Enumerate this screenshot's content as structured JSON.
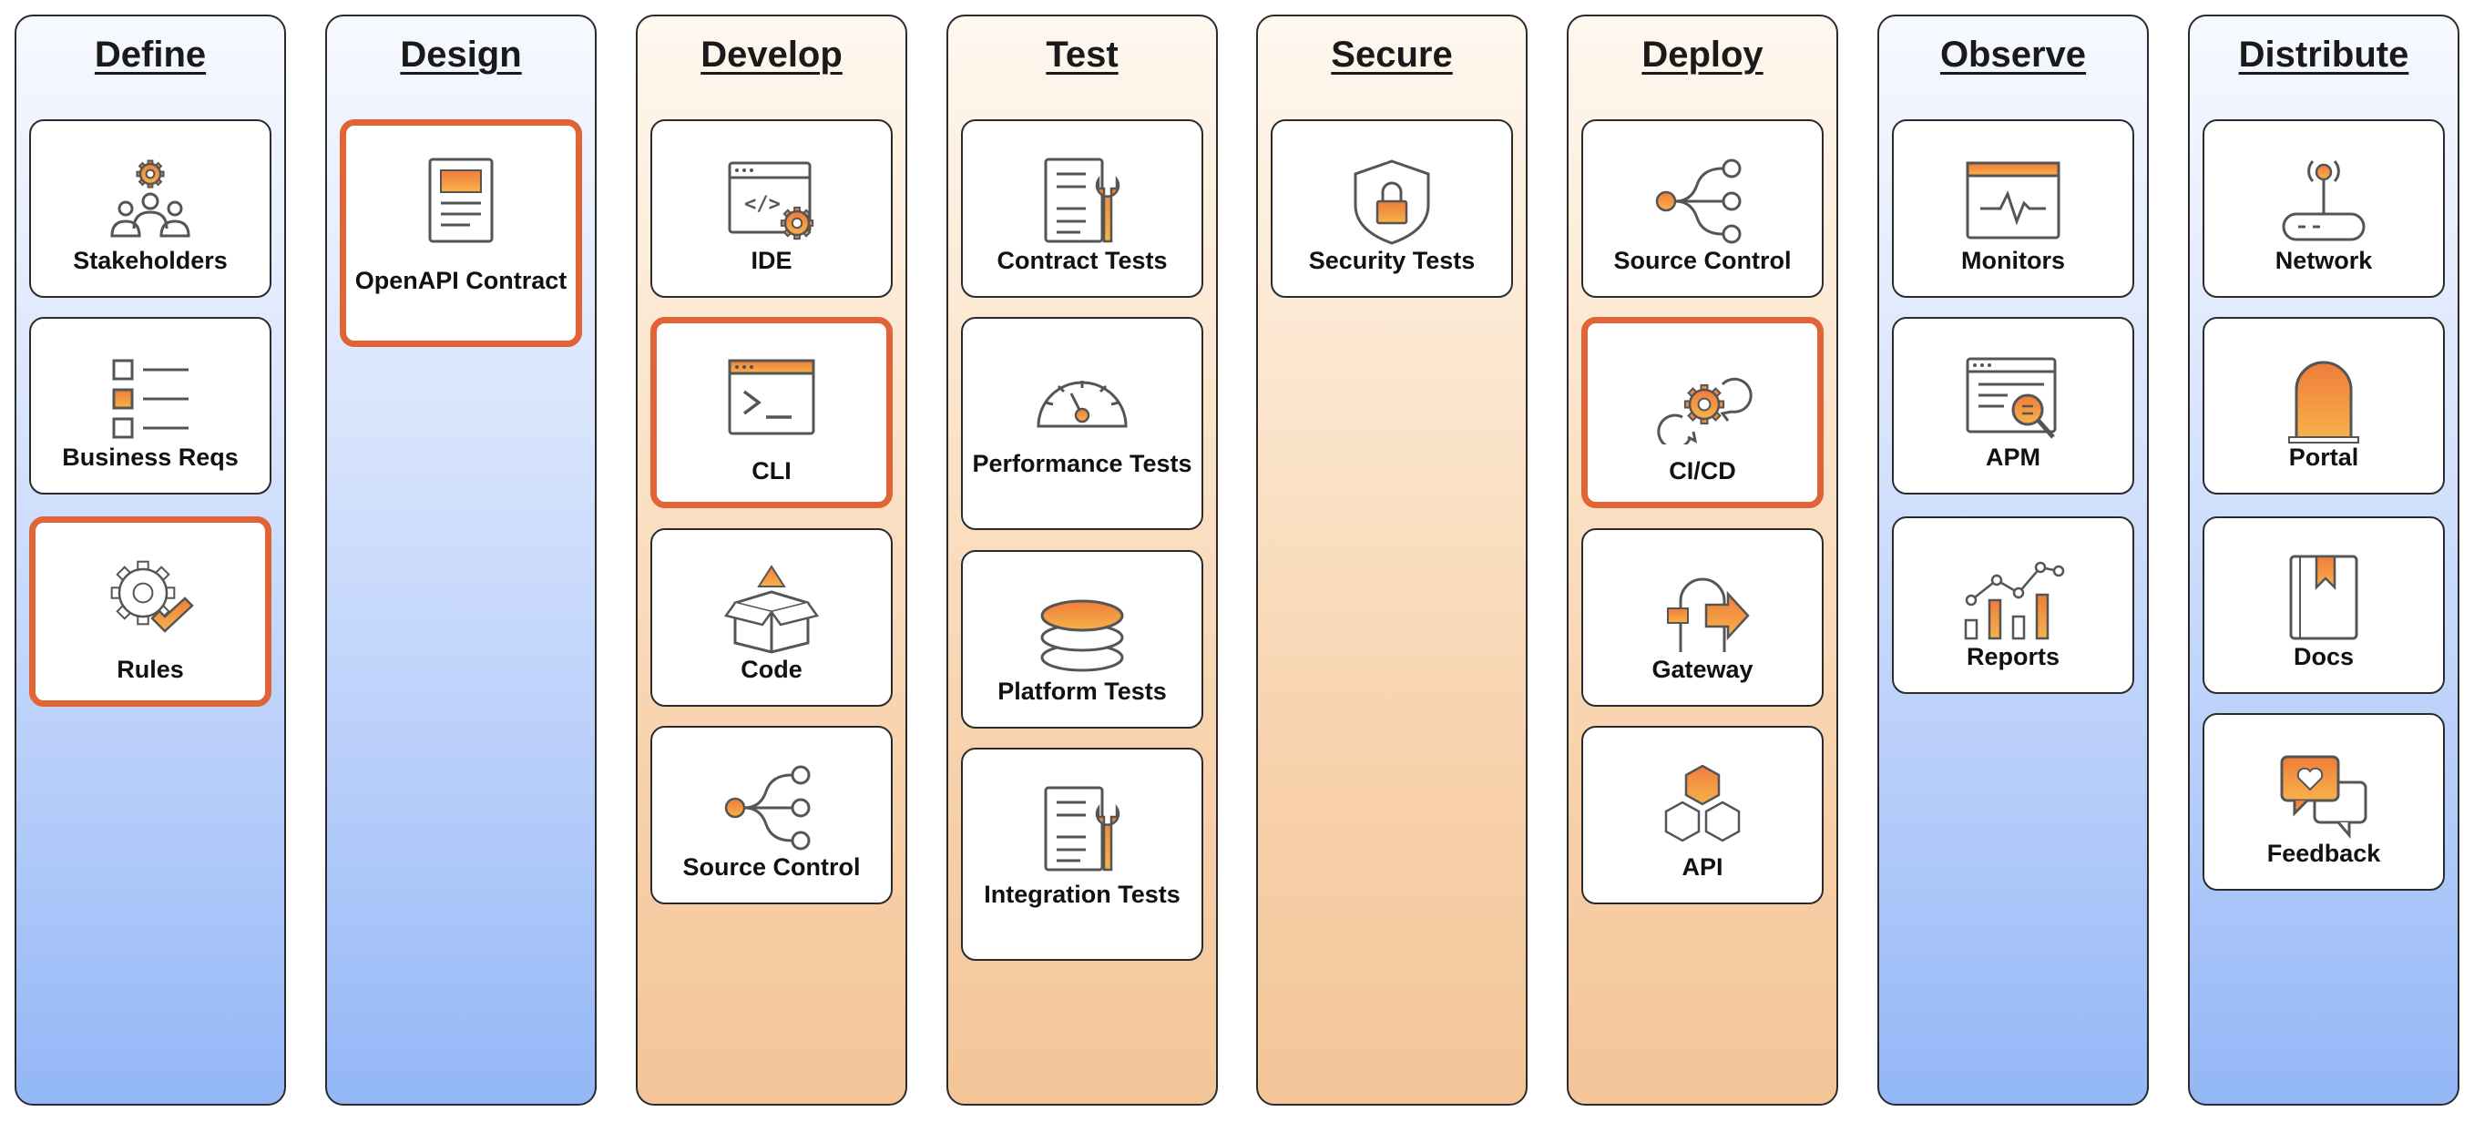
{
  "columns": [
    {
      "title": "Define",
      "theme": "blue",
      "cards": [
        {
          "label": "Stakeholders",
          "icon": "stakeholders-icon",
          "highlighted": false
        },
        {
          "label": "Business Reqs",
          "icon": "checklist-icon",
          "highlighted": false
        },
        {
          "label": "Rules",
          "icon": "gear-check-icon",
          "highlighted": true
        }
      ]
    },
    {
      "title": "Design",
      "theme": "blue",
      "cards": [
        {
          "label": "OpenAPI Contract",
          "icon": "document-icon",
          "highlighted": true
        }
      ]
    },
    {
      "title": "Develop",
      "theme": "orange",
      "cards": [
        {
          "label": "IDE",
          "icon": "code-window-gear-icon",
          "highlighted": false
        },
        {
          "label": "CLI",
          "icon": "terminal-icon",
          "highlighted": true
        },
        {
          "label": "Code",
          "icon": "package-icon",
          "highlighted": false
        },
        {
          "label": "Source Control",
          "icon": "branch-icon",
          "highlighted": false
        }
      ]
    },
    {
      "title": "Test",
      "theme": "orange",
      "cards": [
        {
          "label": "Contract Tests",
          "icon": "document-wrench-icon",
          "highlighted": false
        },
        {
          "label": "Performance Tests",
          "icon": "speedometer-icon",
          "highlighted": false
        },
        {
          "label": "Platform Tests",
          "icon": "stack-icon",
          "highlighted": false
        },
        {
          "label": "Integration Tests",
          "icon": "document-wrench-icon",
          "highlighted": false
        }
      ]
    },
    {
      "title": "Secure",
      "theme": "orange",
      "cards": [
        {
          "label": "Security Tests",
          "icon": "shield-lock-icon",
          "highlighted": false
        }
      ]
    },
    {
      "title": "Deploy",
      "theme": "orange",
      "cards": [
        {
          "label": "Source Control",
          "icon": "branch-icon",
          "highlighted": false
        },
        {
          "label": "CI/CD",
          "icon": "cicd-gear-icon",
          "highlighted": true
        },
        {
          "label": "Gateway",
          "icon": "gateway-icon",
          "highlighted": false
        },
        {
          "label": "API",
          "icon": "hexagons-icon",
          "highlighted": false
        }
      ]
    },
    {
      "title": "Observe",
      "theme": "blue",
      "cards": [
        {
          "label": "Monitors",
          "icon": "monitor-pulse-icon",
          "highlighted": false
        },
        {
          "label": "APM",
          "icon": "window-magnifier-icon",
          "highlighted": false
        },
        {
          "label": "Reports",
          "icon": "bar-line-chart-icon",
          "highlighted": false
        }
      ]
    },
    {
      "title": "Distribute",
      "theme": "blue",
      "cards": [
        {
          "label": "Network",
          "icon": "router-icon",
          "highlighted": false
        },
        {
          "label": "Portal",
          "icon": "portal-door-icon",
          "highlighted": false
        },
        {
          "label": "Docs",
          "icon": "book-icon",
          "highlighted": false
        },
        {
          "label": "Feedback",
          "icon": "chat-heart-icon",
          "highlighted": false
        }
      ]
    }
  ]
}
